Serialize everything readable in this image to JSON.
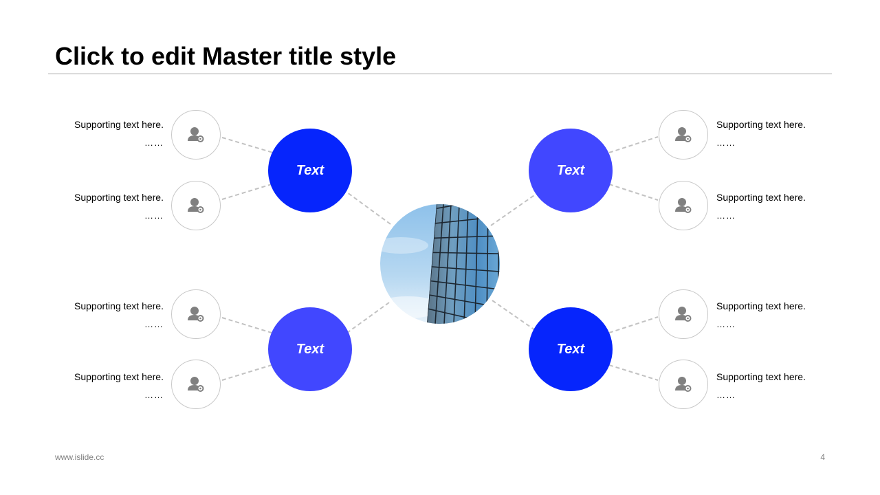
{
  "slide": {
    "title": "Click to edit Master title style",
    "footer_url": "www.islide.cc",
    "page_number": "4"
  },
  "colors": {
    "hub_dark": "#0625fc",
    "hub_light": "#4147ff",
    "connector": "#c2c2c2",
    "icon": "#808080"
  },
  "hubs": {
    "top_left": {
      "label": "Text",
      "color": "hub_dark"
    },
    "top_right": {
      "label": "Text",
      "color": "hub_light"
    },
    "bottom_left": {
      "label": "Text",
      "color": "hub_light"
    },
    "bottom_right": {
      "label": "Text",
      "color": "hub_dark"
    }
  },
  "center_image": {
    "icon": "building-photo"
  },
  "items": {
    "left_1": {
      "text": "Supporting  text here.",
      "ellipsis": "……",
      "icon": "user-settings-icon"
    },
    "left_2": {
      "text": "Supporting  text here.",
      "ellipsis": "……",
      "icon": "user-settings-icon"
    },
    "left_3": {
      "text": "Supporting  text here.",
      "ellipsis": "……",
      "icon": "user-settings-icon"
    },
    "left_4": {
      "text": "Supporting  text here.",
      "ellipsis": "……",
      "icon": "user-settings-icon"
    },
    "right_1": {
      "text": "Supporting  text here.",
      "ellipsis": "……",
      "icon": "user-settings-icon"
    },
    "right_2": {
      "text": "Supporting  text here.",
      "ellipsis": "……",
      "icon": "user-settings-icon"
    },
    "right_3": {
      "text": "Supporting  text here.",
      "ellipsis": "……",
      "icon": "user-settings-icon"
    },
    "right_4": {
      "text": "Supporting  text here.",
      "ellipsis": "……",
      "icon": "user-settings-icon"
    }
  }
}
